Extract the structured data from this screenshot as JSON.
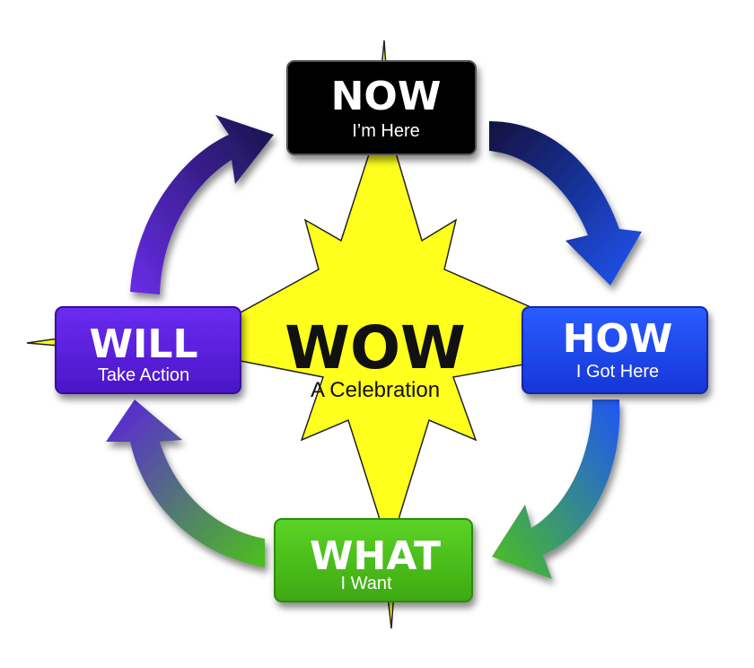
{
  "center": {
    "title": "WOW",
    "subtitle": "A Celebration"
  },
  "nodes": {
    "now": {
      "title": "NOW",
      "subtitle": "I’m Here",
      "color": "#000000"
    },
    "how": {
      "title": "HOW",
      "subtitle": "I Got Here",
      "color": "#1e46f0"
    },
    "what": {
      "title": "WHAT",
      "subtitle": "I Want",
      "color": "#4cc21b"
    },
    "will": {
      "title": "WILL",
      "subtitle": "Take Action",
      "color": "#5b1fe0"
    }
  },
  "colors": {
    "star": "#ffff1e",
    "star_outline": "#222222",
    "arrow_dark": "#1a1a55",
    "arrow_blue": "#1e46f0",
    "arrow_green": "#4cc21b",
    "arrow_purple": "#5b1fe0"
  }
}
